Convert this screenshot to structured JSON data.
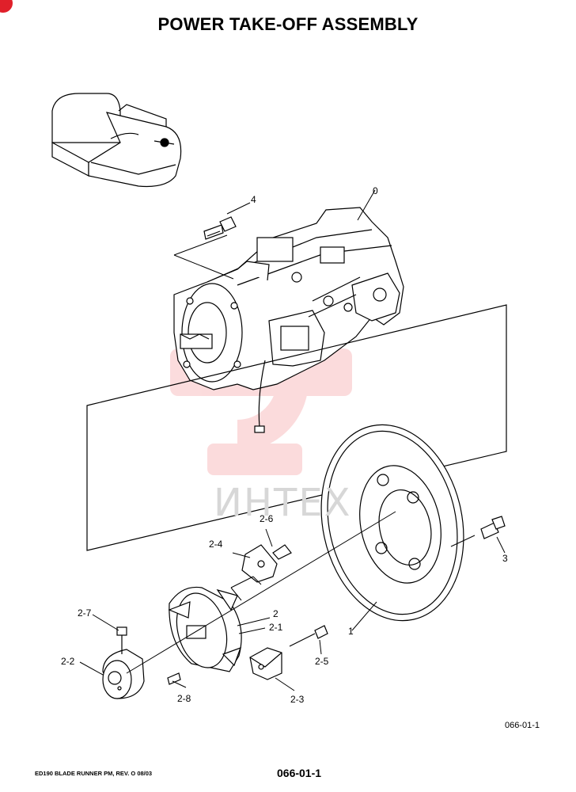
{
  "page": {
    "title": "POWER TAKE-OFF ASSEMBLY",
    "figure_ref": "066-01-1",
    "footer_left": "ED190 BLADE RUNNER PM, REV. O 08/03",
    "page_number": "066-01-1",
    "watermark_text": "ИНТЕХ"
  },
  "callouts": {
    "c0": "0",
    "c1": "1",
    "c2": "2",
    "c2_1": "2-1",
    "c2_2": "2-2",
    "c2_3": "2-3",
    "c2_4": "2-4",
    "c2_5": "2-5",
    "c2_6": "2-6",
    "c2_7": "2-7",
    "c2_8": "2-8",
    "c3": "3",
    "c4": "4"
  },
  "colors": {
    "watermark": "#e8242c",
    "corner_mark": "#e0202a",
    "line": "#000000"
  }
}
